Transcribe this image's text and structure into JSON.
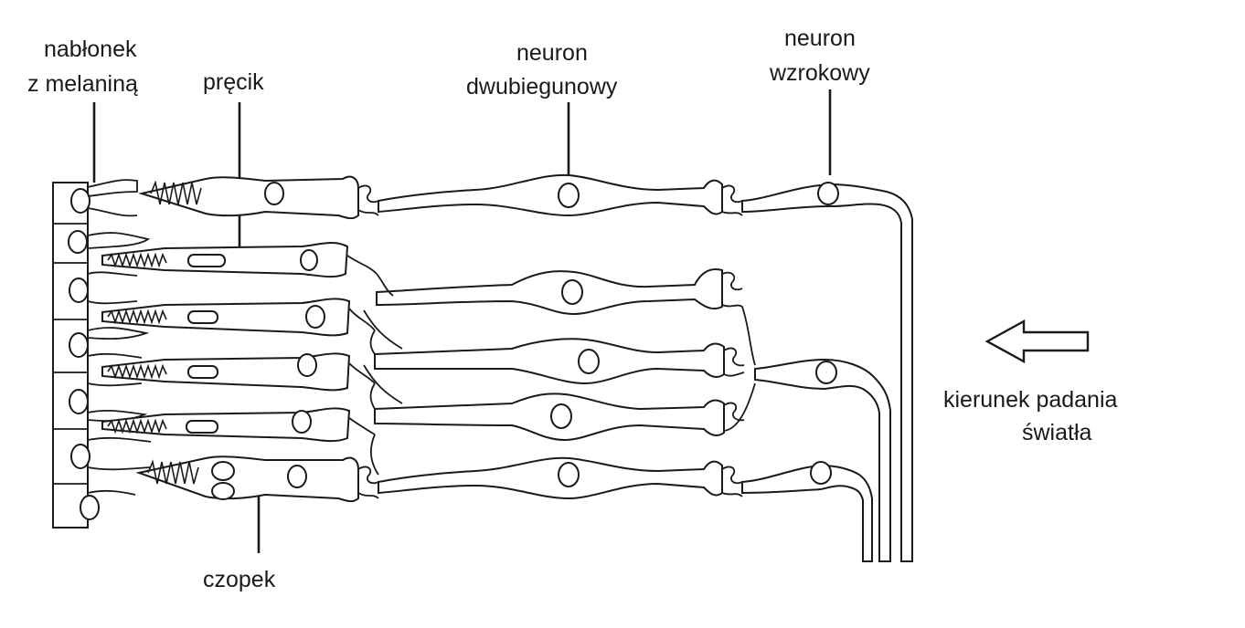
{
  "labels": {
    "epithelium": [
      "nabłonek",
      "z melaniną"
    ],
    "rod": "pręcik",
    "bipolar": [
      "neuron",
      "dwubiegunowy"
    ],
    "optic": [
      "neuron",
      "wzrokowy"
    ],
    "cone": "czopek",
    "light": [
      "kierunek padania",
      "światła"
    ]
  },
  "colors": {
    "ink": "#1a1a1a",
    "background": "#ffffff"
  },
  "icons": {
    "light_arrow": "arrow-left-outline-icon"
  }
}
